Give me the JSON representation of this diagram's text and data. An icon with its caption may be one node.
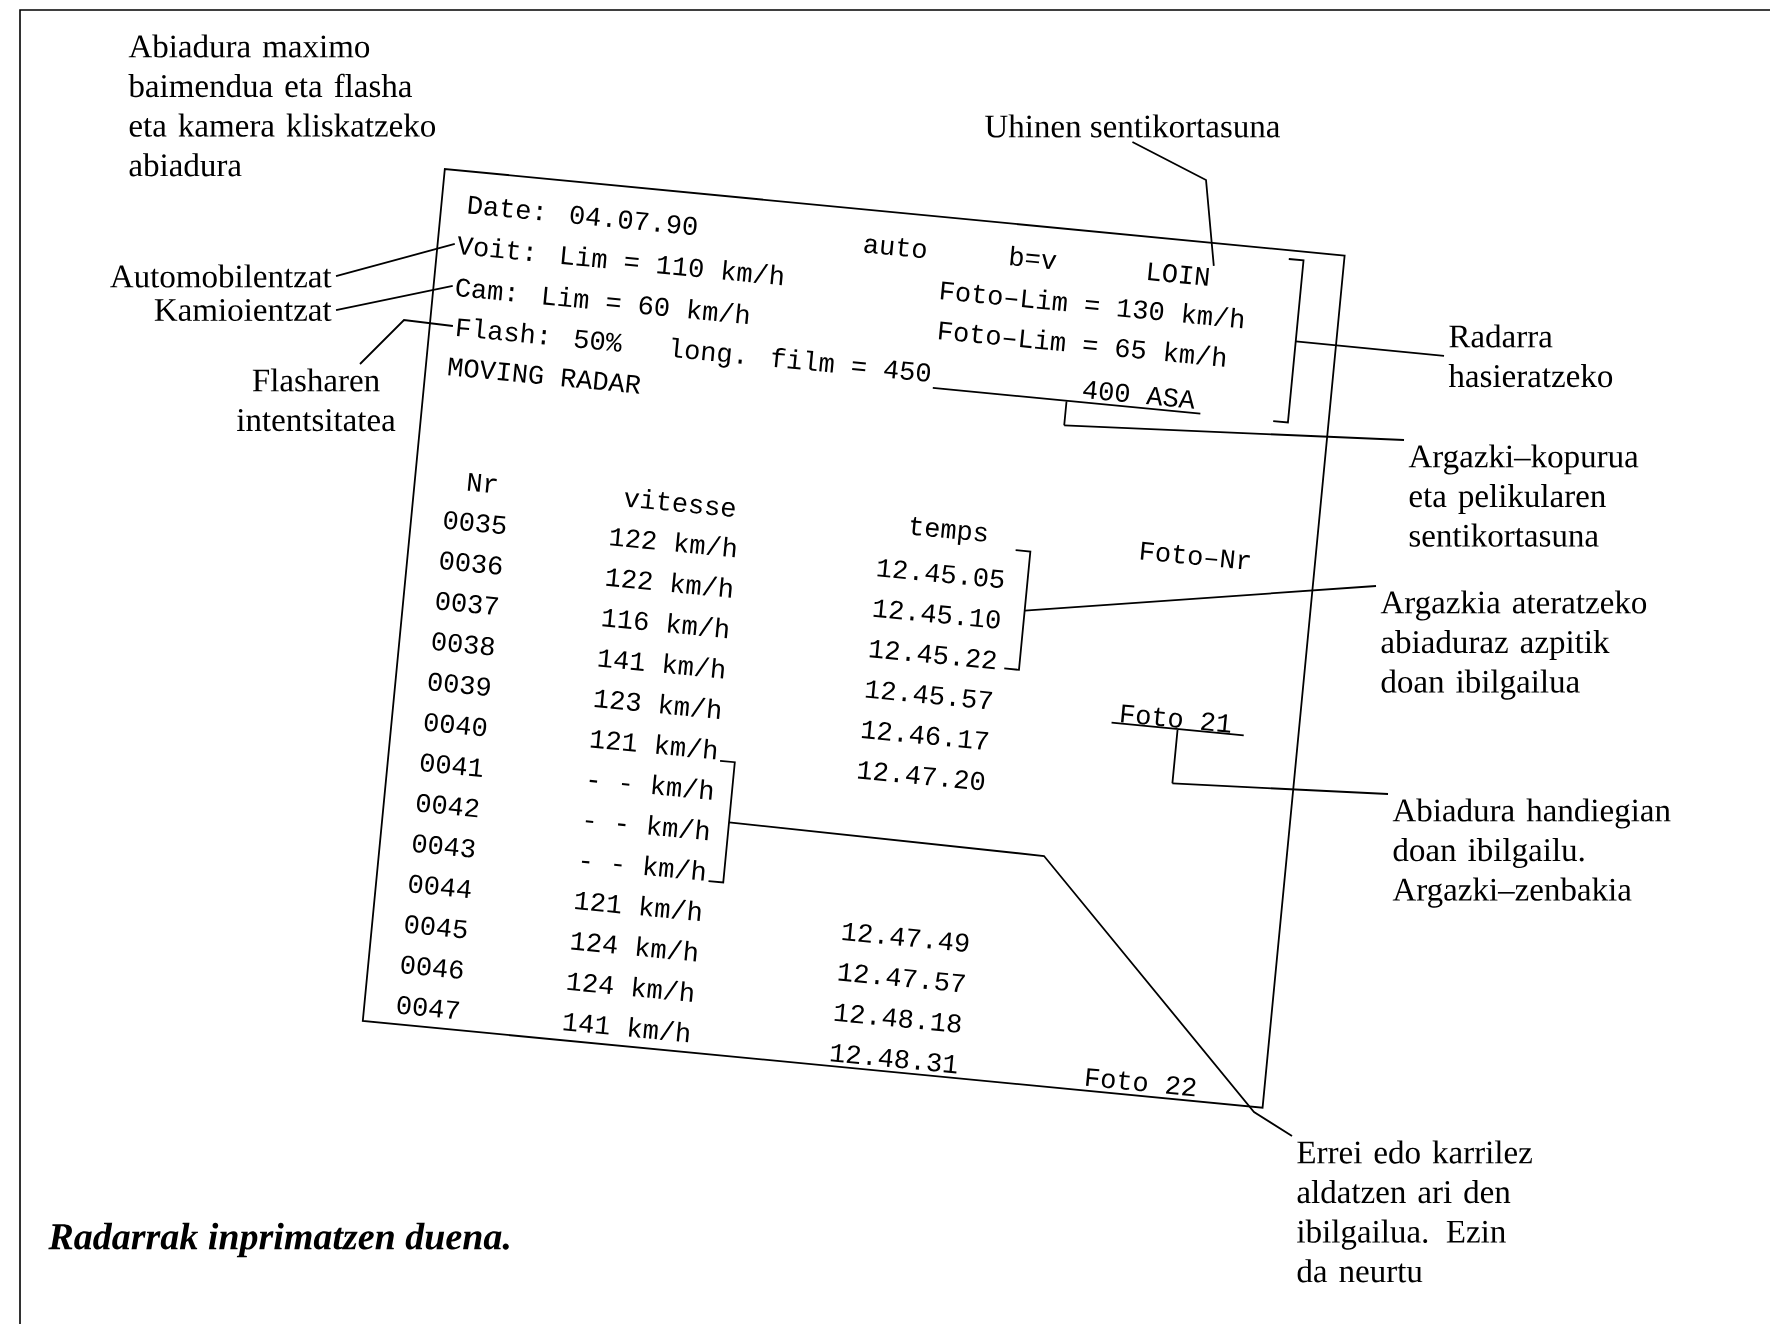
{
  "diagram": {
    "caption": "Radarrak inprimatzen duena.",
    "nodes": [
      {
        "text": [],
        "shape": "box"
      },
      {
        "text": [
          "Voit: Lim = 110 km/h"
        ],
        "in": 0
      },
      {
        "text": [
          "Cam: Lim = 60 km/h"
        ],
        "in": 0
      },
      {
        "text": [
          "Flash: 50%"
        ],
        "in": 0
      },
      {
        "text": [
          "LOIN"
        ],
        "in": 0
      },
      {
        "text": [],
        "shape": "bracket",
        "in": 0
      },
      {
        "text": [],
        "shape": "bracket",
        "in": 0
      },
      {
        "text": [],
        "shape": "bracket",
        "in": 0
      },
      {
        "text": [],
        "shape": "bracket",
        "in": 0
      },
      {
        "text": [],
        "shape": "bracket",
        "in": 0
      },
      {
        "text": [
          "Uhinen sentikortasuna"
        ]
      },
      {
        "text": [
          "Automobilentzat"
        ]
      },
      {
        "text": [
          "Kamioientzat"
        ]
      },
      {
        "text": [
          "Flasharen intentsitatea"
        ]
      },
      {
        "text": [
          "Radarra hasieratzeko"
        ]
      },
      {
        "text": [
          "Argazki–kopurua eta pelikularen sentikortasuna"
        ]
      },
      {
        "text": [
          "Argazkia ateratzeko abiaduraz azpitik doan ibilgailua"
        ]
      },
      {
        "text": [
          "Abiadura handiegian doan ibilgailu. Argazki–zenbakia"
        ]
      },
      {
        "text": [
          "Errei edo karrilez aldatzen ari den ibilgailua. Ezin da neurtu"
        ]
      }
    ],
    "edges": [
      {
        "from": 10,
        "to": 4,
        "arrow": "none"
      },
      {
        "from": 11,
        "to": 1,
        "arrow": "none"
      },
      {
        "from": 12,
        "to": 2,
        "arrow": "none"
      },
      {
        "from": 13,
        "to": 3,
        "arrow": "none"
      },
      {
        "from": 14,
        "to": 5,
        "arrow": "none"
      },
      {
        "from": 15,
        "to": 6,
        "arrow": "none"
      },
      {
        "from": 16,
        "to": 7,
        "arrow": "none"
      },
      {
        "from": 17,
        "to": 8,
        "arrow": "none"
      },
      {
        "from": 18,
        "to": 9,
        "arrow": "none"
      }
    ],
    "labels": [
      "Abiadura maximo baimendua eta flasha eta kamera kliskatzeko abiadura",
      "Date: 04.07.90",
      "auto",
      "b=v",
      "Foto–Lim = 130 km/h",
      "Foto–Lim = 65 km/h",
      "long. film = 450",
      "400 ASA",
      "MOVING RADAR",
      "Nr",
      "vitesse",
      "temps",
      "Foto–Nr",
      "0035",
      "122 km/h",
      "12.45.05",
      "0036",
      "122 km/h",
      "12.45.10",
      "0037",
      "116 km/h",
      "12.45.22",
      "0038",
      "141 km/h",
      "12.45.57",
      "Foto 21",
      "0039",
      "123 km/h",
      "12.46.17",
      "0040",
      "121 km/h",
      "12.47.20",
      "0041",
      "- - km/h",
      "0042",
      "- - km/h",
      "0043",
      "- - km/h",
      "0044",
      "121 km/h",
      "12.47.49",
      "0045",
      "124 km/h",
      "12.47.57",
      "0046",
      "124 km/h",
      "12.48.18",
      "0047",
      "141 km/h",
      "12.48.31",
      "Foto 22"
    ]
  }
}
